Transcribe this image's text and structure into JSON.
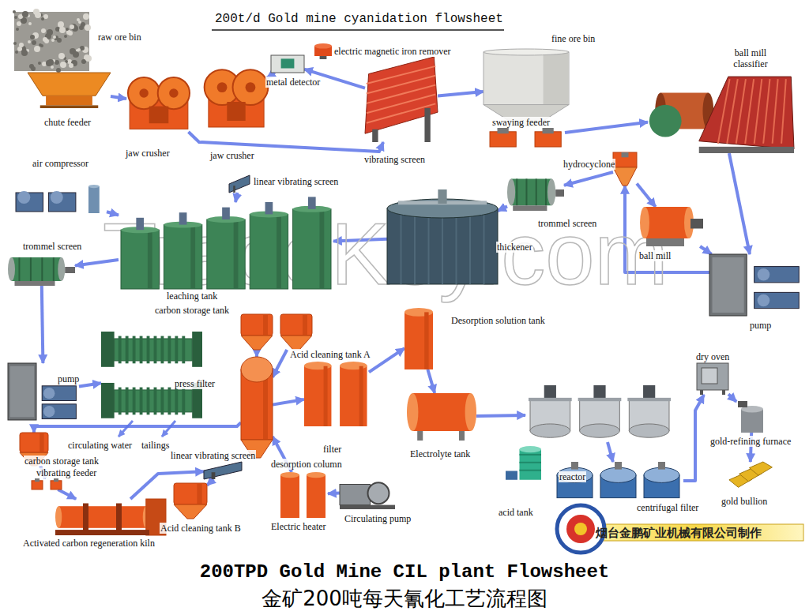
{
  "diagram": {
    "title": "200t/d Gold mine cyanidation flowsheet",
    "caption": "200TPD Gold Mine CIL plant Flowsheet",
    "nodes": [
      {
        "text": [
          "raw ore bin"
        ]
      },
      {
        "text": [
          "chute feeder"
        ]
      },
      {
        "text": [
          "jaw crusher"
        ]
      },
      {
        "text": [
          "jaw crusher"
        ]
      },
      {
        "text": [
          "metal detector"
        ]
      },
      {
        "text": [
          "electric magnetic iron remover"
        ]
      },
      {
        "text": [
          "vibrating screen"
        ]
      },
      {
        "text": [
          "fine ore bin"
        ]
      },
      {
        "text": [
          "swaying feeder"
        ]
      },
      {
        "text": [
          "ball mill classifier"
        ]
      },
      {
        "text": [
          "hydrocyclone"
        ]
      },
      {
        "text": [
          "trommel screen"
        ]
      },
      {
        "text": [
          "ball mill"
        ]
      },
      {
        "text": [
          "pump"
        ]
      },
      {
        "text": [
          "thickener"
        ]
      },
      {
        "text": [
          "air compressor"
        ]
      },
      {
        "text": [
          "linear vibrating screen"
        ]
      },
      {
        "text": [
          "leaching tank"
        ]
      },
      {
        "text": [
          "trommel screen"
        ]
      },
      {
        "text": [
          "carbon storage tank"
        ]
      },
      {
        "text": [
          "Desorption solution tank"
        ]
      },
      {
        "text": [
          "Acid cleaning tank A"
        ]
      },
      {
        "text": [
          "pump"
        ]
      },
      {
        "text": [
          "press filter"
        ]
      },
      {
        "text": [
          "filter"
        ]
      },
      {
        "text": [
          "desorption column"
        ]
      },
      {
        "text": [
          "Electrolyte tank"
        ]
      },
      {
        "text": [
          "reactor"
        ]
      },
      {
        "text": [
          "centrifugal filter"
        ]
      },
      {
        "text": [
          "dry oven"
        ]
      },
      {
        "text": [
          "gold-refining furnace"
        ]
      },
      {
        "text": [
          "gold bullion"
        ]
      },
      {
        "text": [
          "acid tank"
        ]
      },
      {
        "text": [
          "carbon storage tank"
        ]
      },
      {
        "text": [
          "linear vibrating screen"
        ]
      },
      {
        "text": [
          "vibrating feeder"
        ]
      },
      {
        "text": [
          "Activated carbon regeneration kiln"
        ]
      },
      {
        "text": [
          "Acid cleaning tank B"
        ]
      },
      {
        "text": [
          "Electric heater"
        ]
      },
      {
        "text": [
          "Circulating pump"
        ]
      }
    ],
    "edges": [
      {
        "from": 1,
        "to": 2,
        "arrow": "to"
      },
      {
        "from": 2,
        "to": 6,
        "arrow": "to"
      },
      {
        "from": 6,
        "to": 4,
        "arrow": "to"
      },
      {
        "from": 4,
        "to": 3,
        "arrow": "to"
      },
      {
        "from": 6,
        "to": 7,
        "arrow": "to"
      },
      {
        "from": 8,
        "to": 9,
        "arrow": "to"
      },
      {
        "from": 9,
        "to": 13,
        "arrow": "to"
      },
      {
        "from": 13,
        "to": 10,
        "arrow": "to"
      },
      {
        "from": 10,
        "to": 12,
        "arrow": "to"
      },
      {
        "from": 12,
        "to": 13,
        "arrow": "to"
      },
      {
        "from": 10,
        "to": 11,
        "arrow": "to"
      },
      {
        "from": 11,
        "to": 14,
        "arrow": "to"
      },
      {
        "from": 14,
        "to": 17,
        "arrow": "to"
      },
      {
        "from": 15,
        "to": 17,
        "arrow": "to"
      },
      {
        "from": 16,
        "to": 17,
        "arrow": "to"
      },
      {
        "from": 17,
        "to": 18,
        "arrow": "to"
      },
      {
        "from": 18,
        "to": 22,
        "arrow": "to"
      },
      {
        "from": 22,
        "to": 23,
        "arrow": "to"
      },
      {
        "from": 19,
        "to": 25,
        "arrow": "to"
      },
      {
        "from": 21,
        "to": 25,
        "arrow": "to"
      },
      {
        "from": 25,
        "to": 24,
        "arrow": "to"
      },
      {
        "from": 24,
        "to": 20,
        "arrow": "to"
      },
      {
        "from": 20,
        "to": 26,
        "arrow": "to"
      },
      {
        "from": 26,
        "to": 27,
        "arrow": "to"
      },
      {
        "from": 27,
        "to": 28,
        "arrow": "to"
      },
      {
        "from": 28,
        "to": 29,
        "arrow": "to"
      },
      {
        "from": 29,
        "to": 30,
        "arrow": "to"
      },
      {
        "from": 30,
        "to": 31,
        "arrow": "to"
      },
      {
        "from": 39,
        "to": 38,
        "arrow": "to"
      },
      {
        "from": 38,
        "to": 25,
        "arrow": "to"
      },
      {
        "from": 25,
        "to": 33,
        "arrow": "to"
      },
      {
        "from": 33,
        "to": 35,
        "arrow": "to"
      },
      {
        "from": 35,
        "to": 36,
        "arrow": "to"
      },
      {
        "from": 36,
        "to": 34,
        "arrow": "to"
      },
      {
        "from": 34,
        "to": 37,
        "arrow": "to"
      }
    ],
    "labels": [
      "circulating water",
      "tailings",
      "TradeKey.com",
      "金矿200吨每天氰化工艺流程图",
      "烟台金鹏矿业机械有限公司制作"
    ]
  }
}
